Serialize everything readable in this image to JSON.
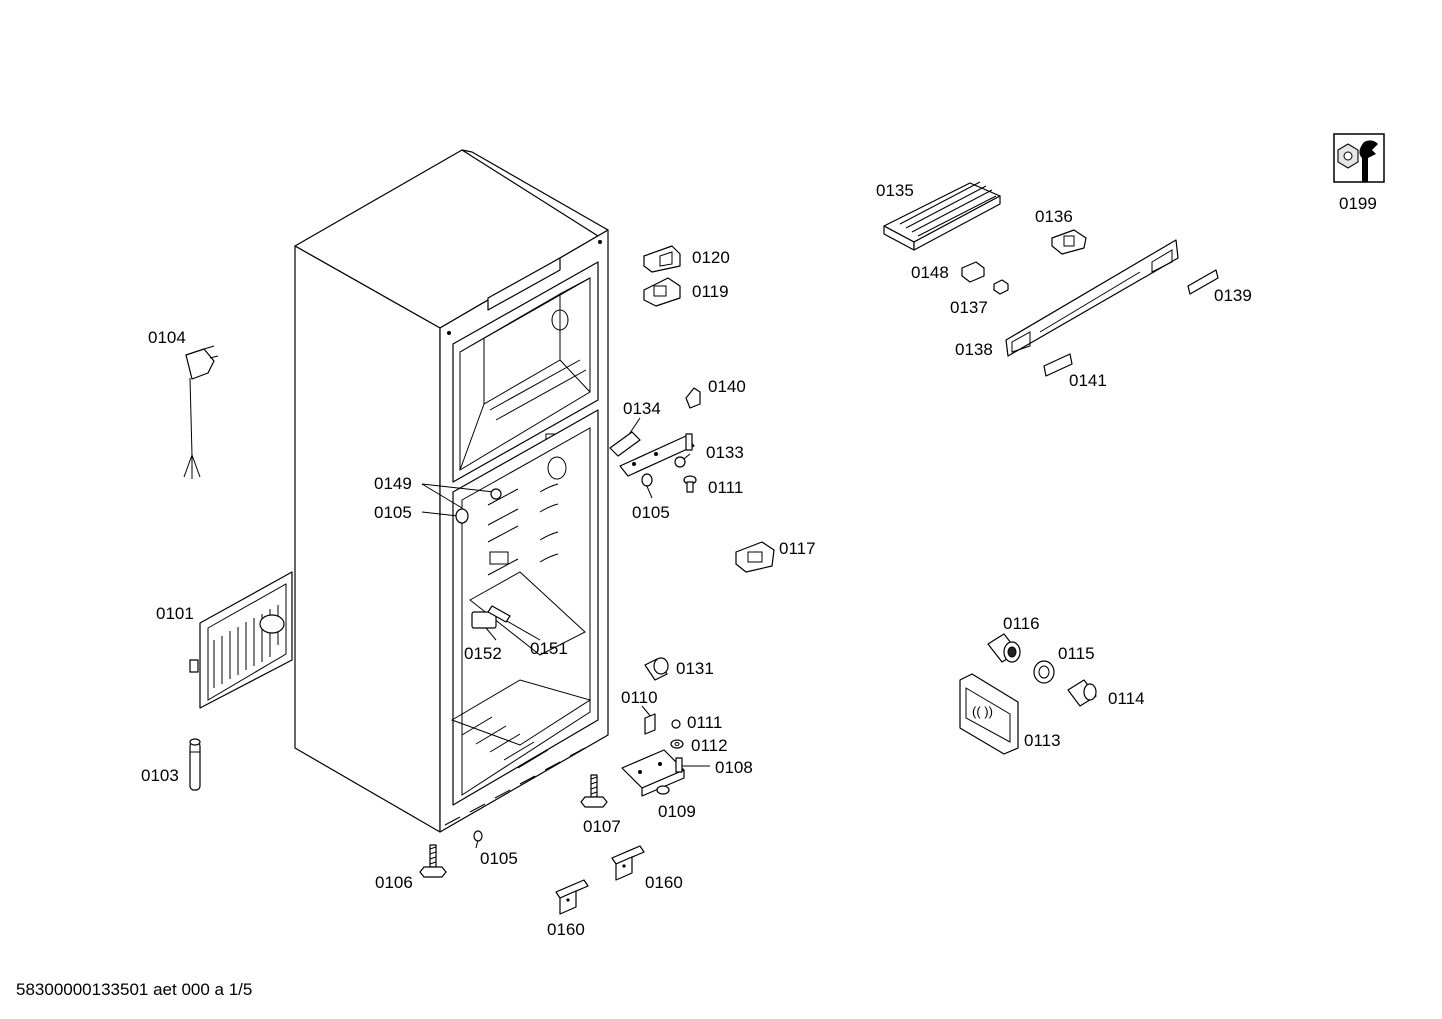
{
  "document_number": "58300000133501 aet 000 a 1/5",
  "tool_icon": "wrench-nut-icon",
  "part_labels": {
    "p0101": "0101",
    "p0103": "0103",
    "p0104": "0104",
    "p0105_a": "0105",
    "p0105_b": "0105",
    "p0105_c": "0105",
    "p0106": "0106",
    "p0107": "0107",
    "p0108": "0108",
    "p0109": "0109",
    "p0110": "0110",
    "p0111_a": "0111",
    "p0111_b": "0111",
    "p0112": "0112",
    "p0113": "0113",
    "p0114": "0114",
    "p0115": "0115",
    "p0116": "0116",
    "p0117": "0117",
    "p0119": "0119",
    "p0120": "0120",
    "p0131": "0131",
    "p0133": "0133",
    "p0134": "0134",
    "p0135": "0135",
    "p0136": "0136",
    "p0137": "0137",
    "p0138": "0138",
    "p0139": "0139",
    "p0140": "0140",
    "p0141": "0141",
    "p0148": "0148",
    "p0149": "0149",
    "p0151": "0151",
    "p0152": "0152",
    "p0160_a": "0160",
    "p0160_b": "0160",
    "p0199": "0199"
  }
}
